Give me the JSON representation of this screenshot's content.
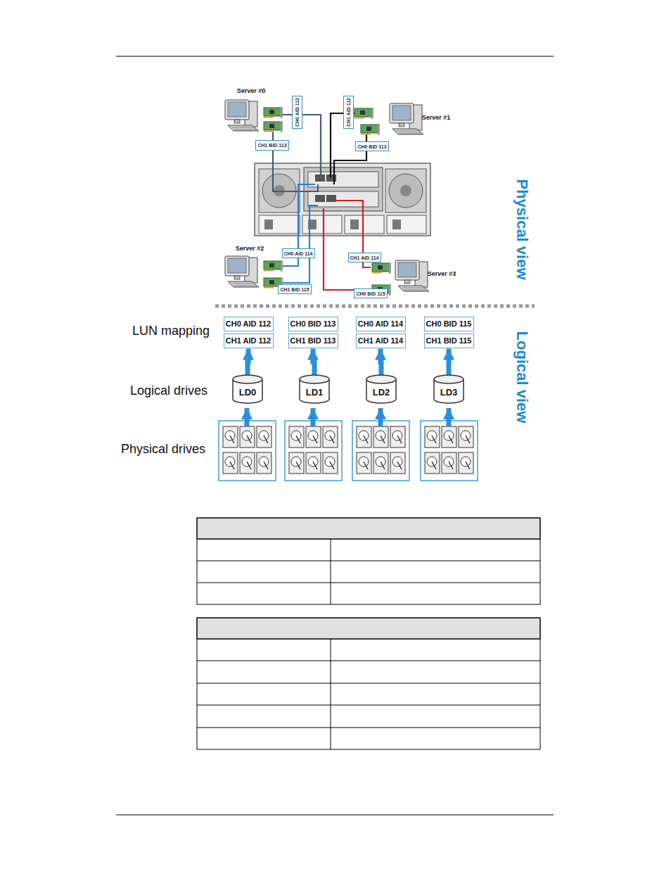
{
  "diagram": {
    "nodes": [
      {
        "text": [
          "CH0 AID 112"
        ]
      },
      {
        "text": [
          "CH1 AID 112"
        ]
      },
      {
        "text": [
          "CH1 BID 113"
        ]
      },
      {
        "text": [
          "CH0 BID 113"
        ]
      },
      {
        "text": [
          "CH0 AID 114"
        ]
      },
      {
        "text": [
          "CH1 AID 114"
        ]
      },
      {
        "text": [
          "CH1 BID 115"
        ]
      },
      {
        "text": [
          "CH0 BID 115"
        ]
      },
      {
        "text": [
          "CH0 AID 112"
        ]
      },
      {
        "text": [
          "CH1 AID 112"
        ]
      },
      {
        "text": [
          "CH0 BID 113"
        ]
      },
      {
        "text": [
          "CH1 BID 113"
        ]
      },
      {
        "text": [
          "CH0 AID 114"
        ]
      },
      {
        "text": [
          "CH1 AID 114"
        ]
      },
      {
        "text": [
          "CH0 BID 115"
        ]
      },
      {
        "text": [
          "CH1 BID 115"
        ]
      },
      {
        "text": [
          "LD0"
        ]
      },
      {
        "text": [
          "LD1"
        ]
      },
      {
        "text": [
          "LD2"
        ]
      },
      {
        "text": [
          "LD3"
        ]
      }
    ],
    "edges": [
      {
        "from": 16,
        "to": 9,
        "arrow": "to"
      },
      {
        "from": 17,
        "to": 11,
        "arrow": "to"
      },
      {
        "from": 18,
        "to": 13,
        "arrow": "to"
      },
      {
        "from": 19,
        "to": 15,
        "arrow": "to"
      }
    ],
    "labels": [
      "Server #0",
      "Server #1",
      "Server #2",
      "Server #3",
      "Physical view",
      "Logical view",
      "LUN mapping",
      "Logical drives",
      "Physical drives"
    ]
  }
}
